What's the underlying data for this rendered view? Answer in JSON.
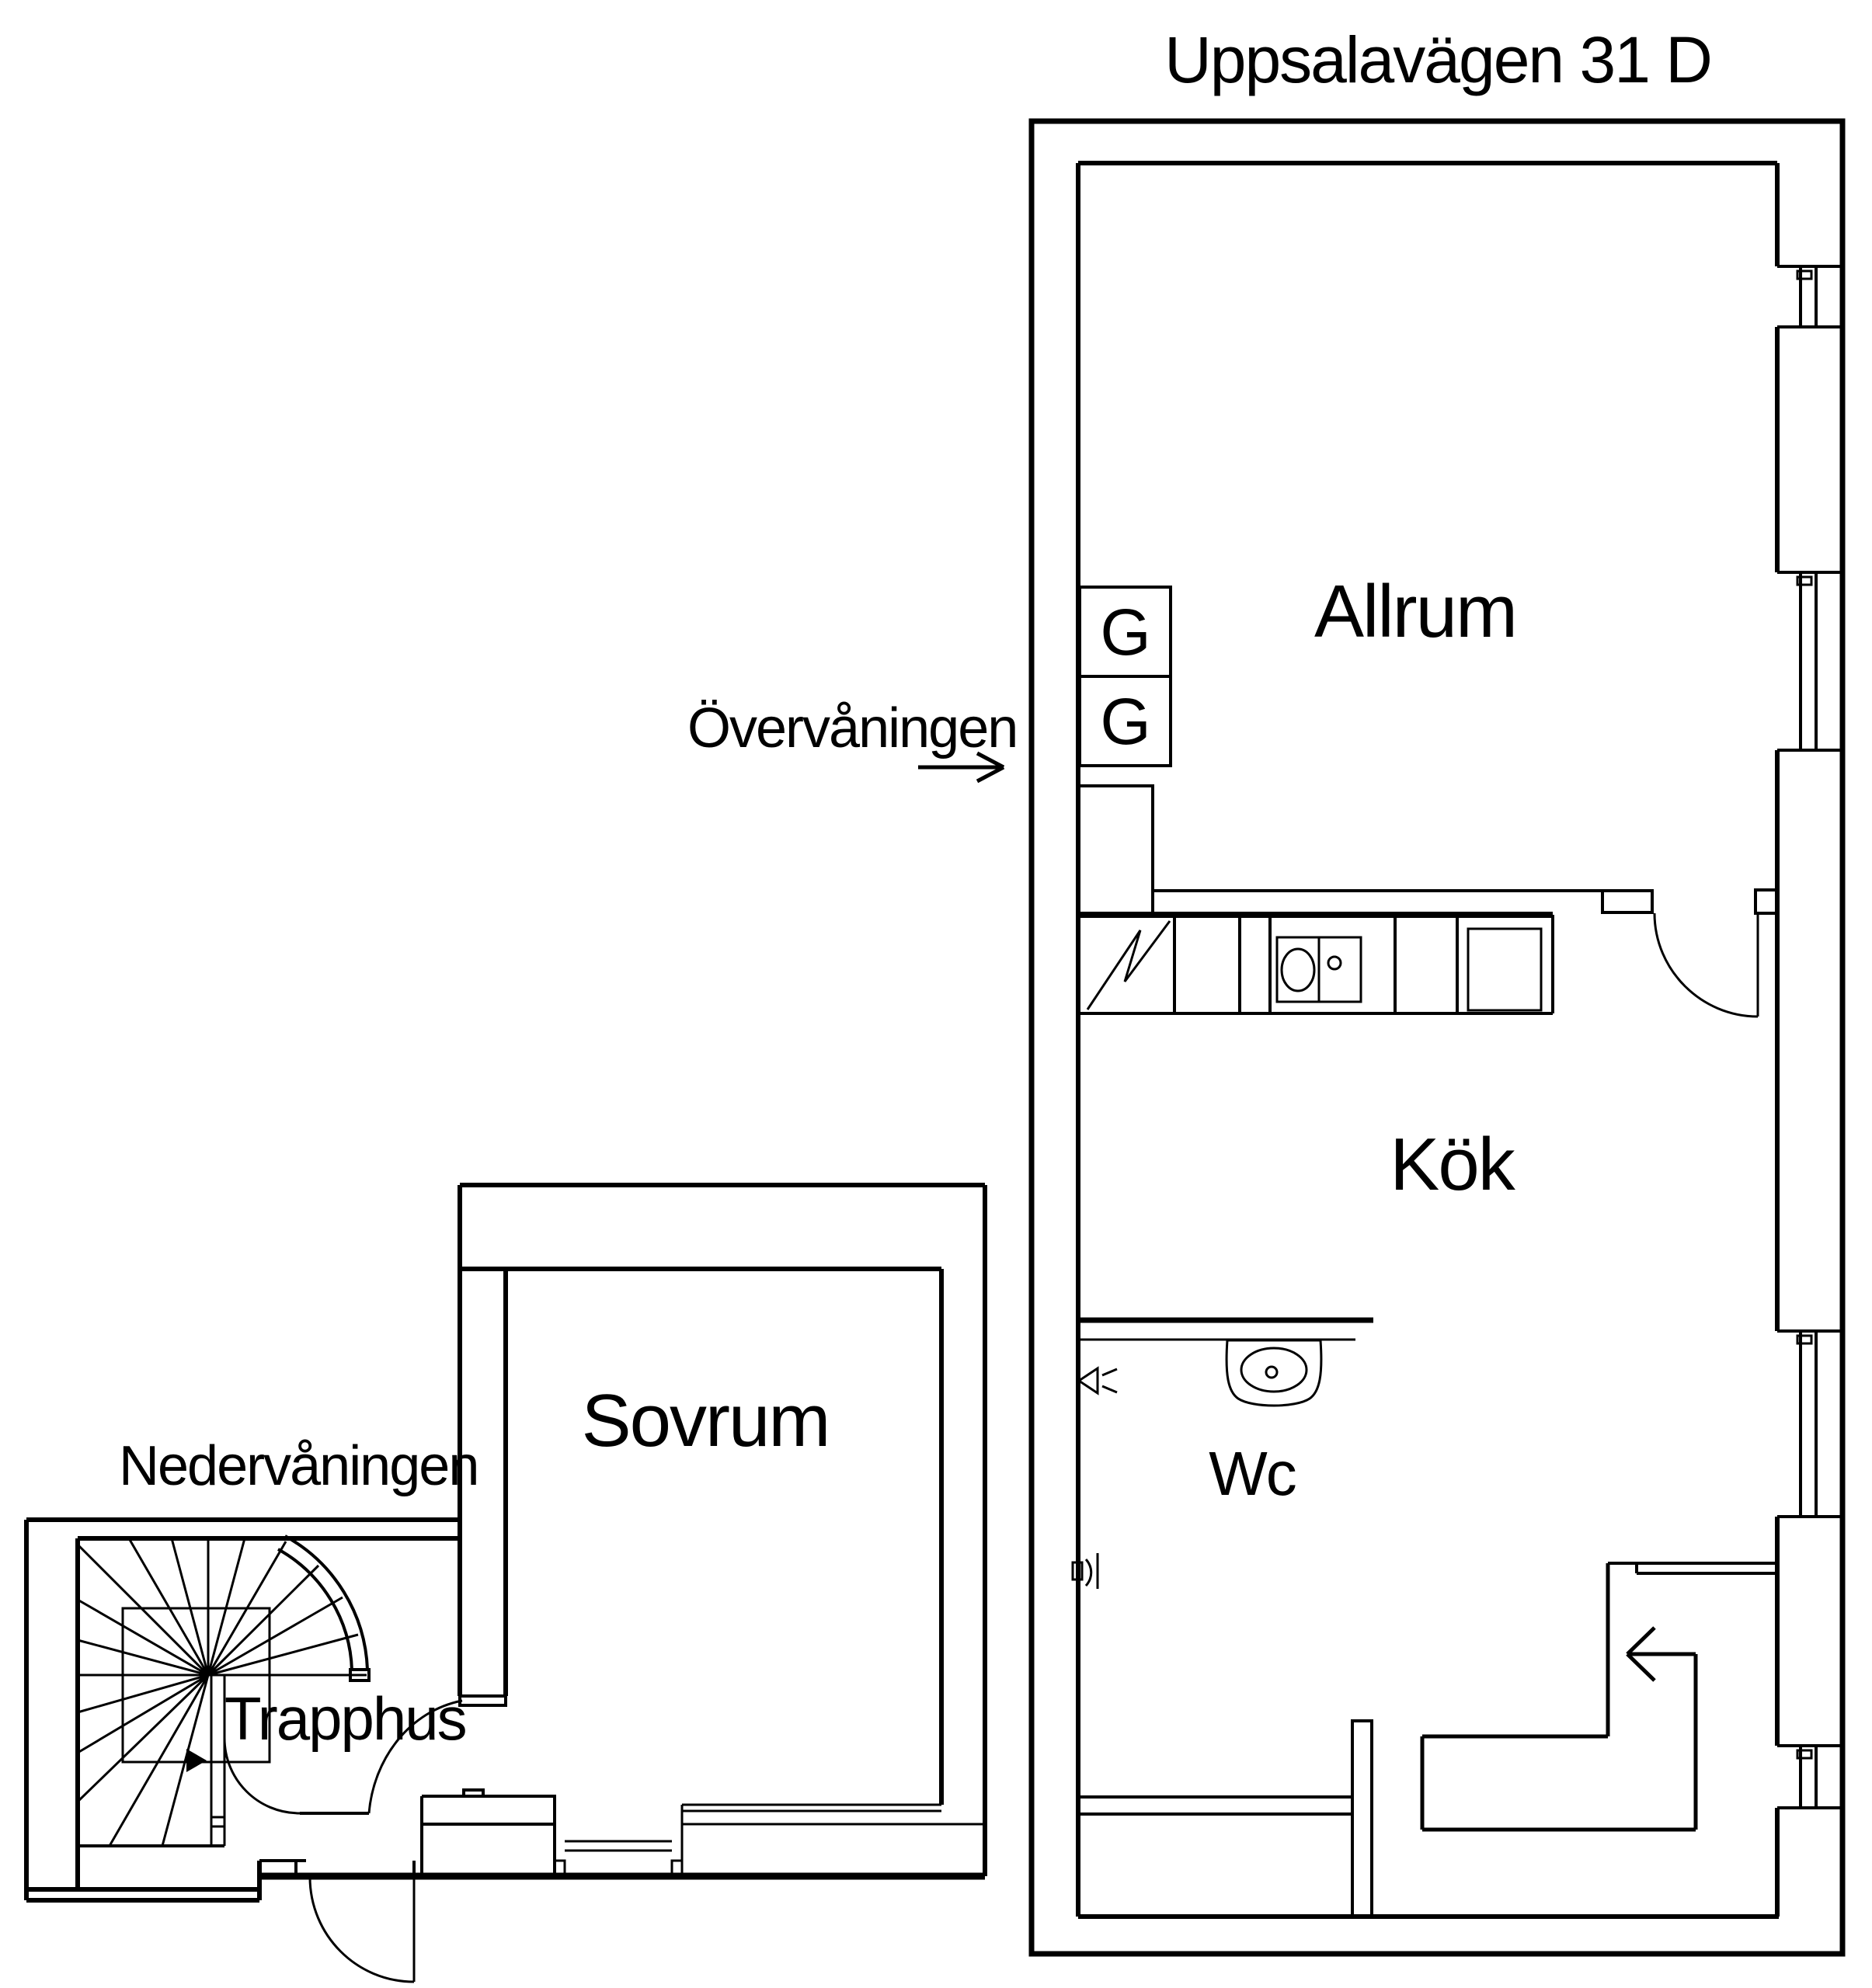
{
  "title": "Uppsalavägen 31 D",
  "upper_floor": {
    "label": "Övervåningen",
    "rooms": {
      "living": "Allrum",
      "kitchen": "Kök",
      "wc": "Wc"
    },
    "wardrobes": [
      {
        "label": "G"
      },
      {
        "label": "G"
      }
    ]
  },
  "lower_floor": {
    "label": "Nedervåningen",
    "rooms": {
      "bedroom": "Sovrum",
      "stairwell": "Trapphus"
    }
  },
  "colors": {
    "line": "#000000",
    "background": "#ffffff"
  }
}
